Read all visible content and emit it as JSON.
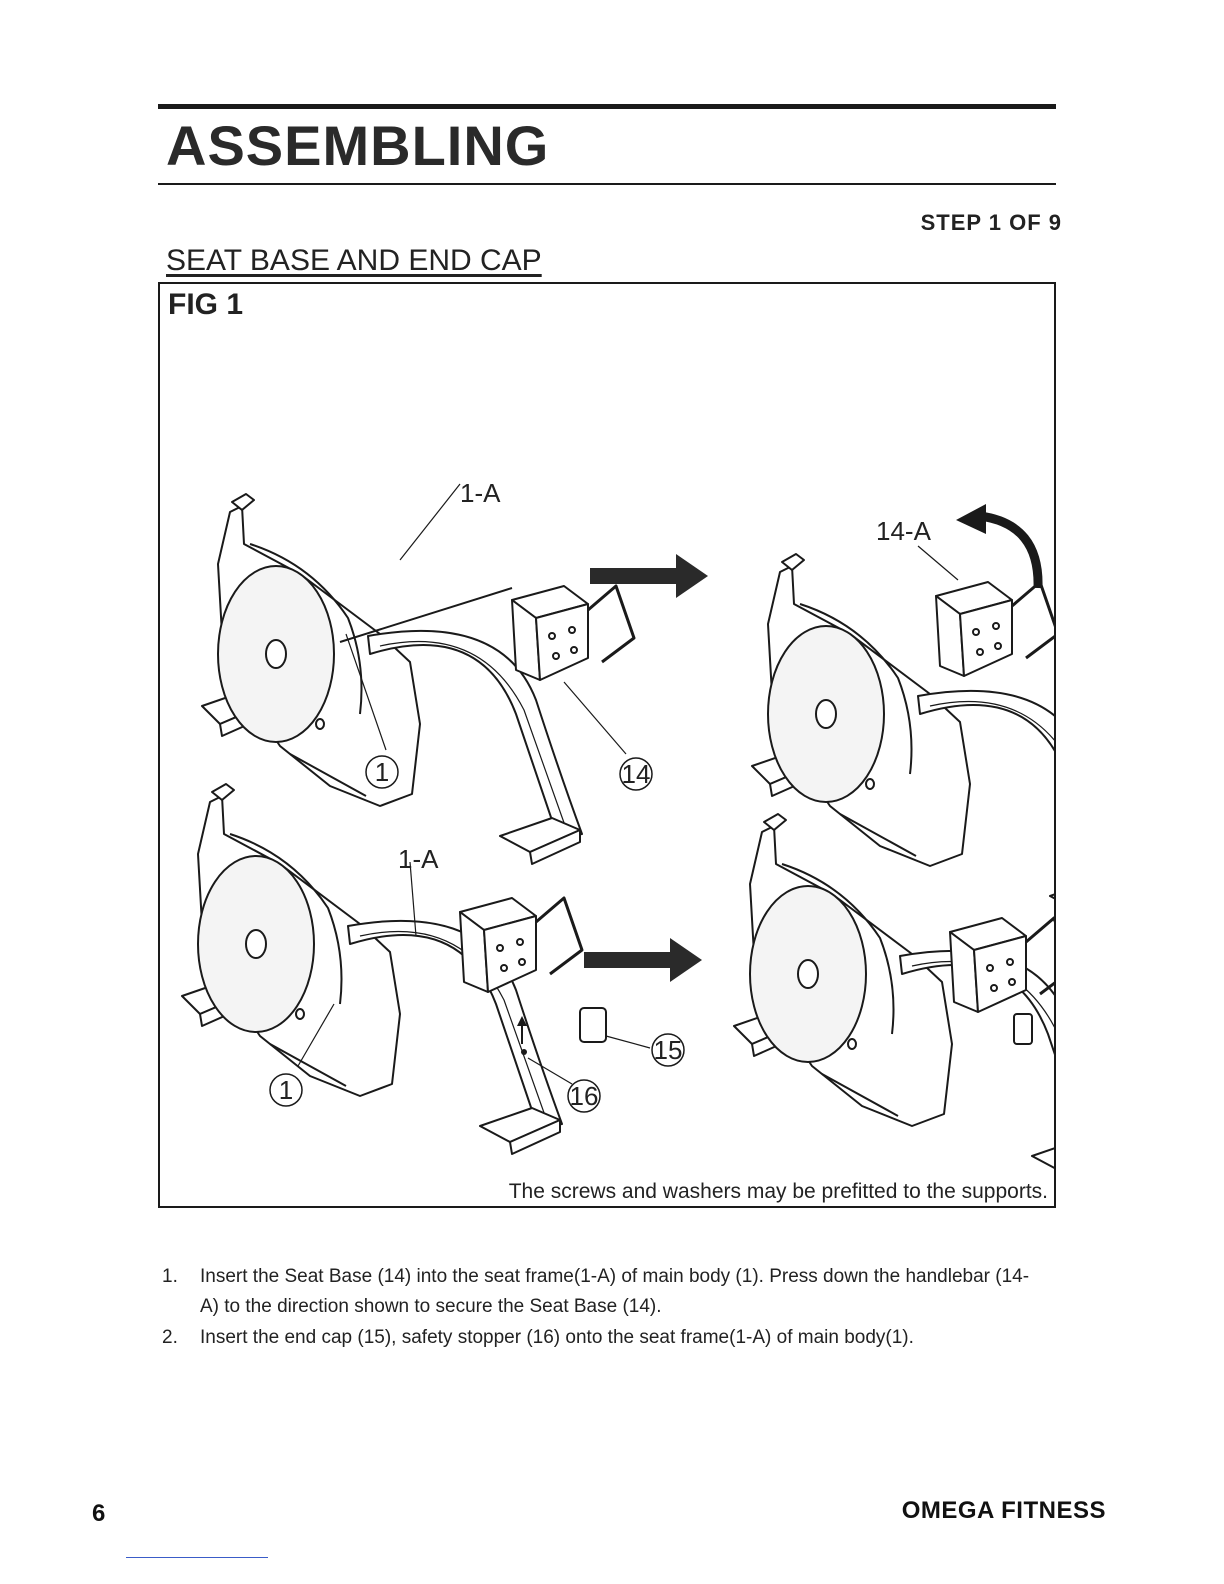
{
  "header": {
    "title": "ASSEMBLING",
    "step": "STEP 1 OF 9",
    "subtitle": "SEAT BASE AND END CAP"
  },
  "figure": {
    "label": "FIG 1",
    "callouts": {
      "a1": "1-A",
      "a2": "14-A",
      "b1": "1",
      "b2": "14",
      "c1": "1-A",
      "d1": "1",
      "d2": "15",
      "d3": "16"
    },
    "caption": "The screws and washers may be prefitted to the supports."
  },
  "instructions": [
    {
      "num": "1.",
      "text": "Insert the Seat Base (14) into the seat frame(1-A) of main body (1).  Press down the handlebar (14-A) to the direction shown to secure the Seat Base (14)."
    },
    {
      "num": "2.",
      "text": "Insert the end cap (15), safety stopper (16) onto the seat frame(1-A) of main body(1)."
    }
  ],
  "footer": {
    "page_number": "6",
    "brand": "OMEGA FITNESS"
  }
}
